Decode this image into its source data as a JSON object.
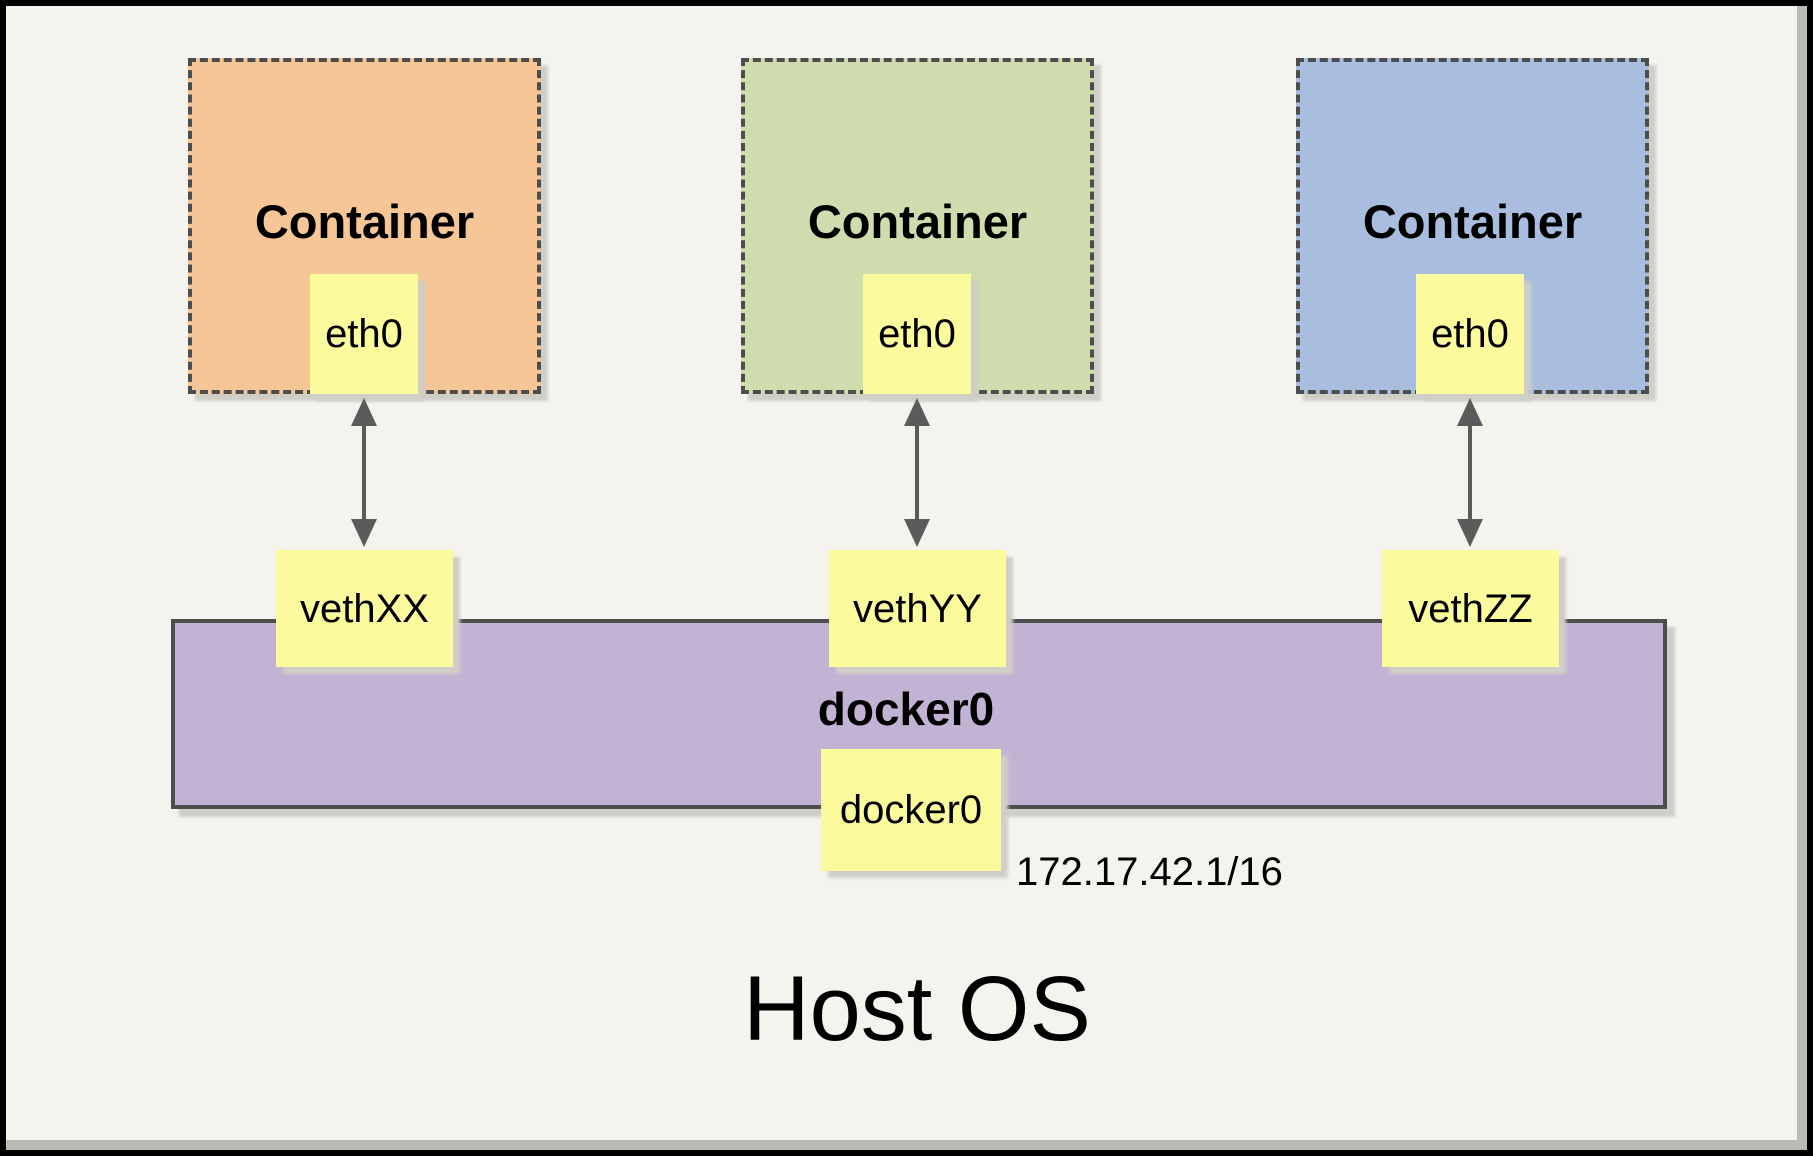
{
  "diagram": {
    "containers": [
      {
        "title": "Container",
        "interface_label": "eth0",
        "veth_label": "vethXX",
        "fill_color": "#F7C697"
      },
      {
        "title": "Container",
        "interface_label": "eth0",
        "veth_label": "vethYY",
        "fill_color": "#CEDCAE"
      },
      {
        "title": "Container",
        "interface_label": "eth0",
        "veth_label": "vethZZ",
        "fill_color": "#A9BEDE"
      }
    ],
    "bridge": {
      "title": "docker0",
      "interface_label": "docker0",
      "ip_address": "172.17.42.1/16",
      "fill_color": "#C2B3D5"
    },
    "host": {
      "title": "Host OS"
    },
    "styles": {
      "background": "#F4F3EE",
      "note_fill": "#FBFA9D",
      "border_color": "#4D4D4D",
      "arrow_color": "#5B5B5B"
    }
  }
}
